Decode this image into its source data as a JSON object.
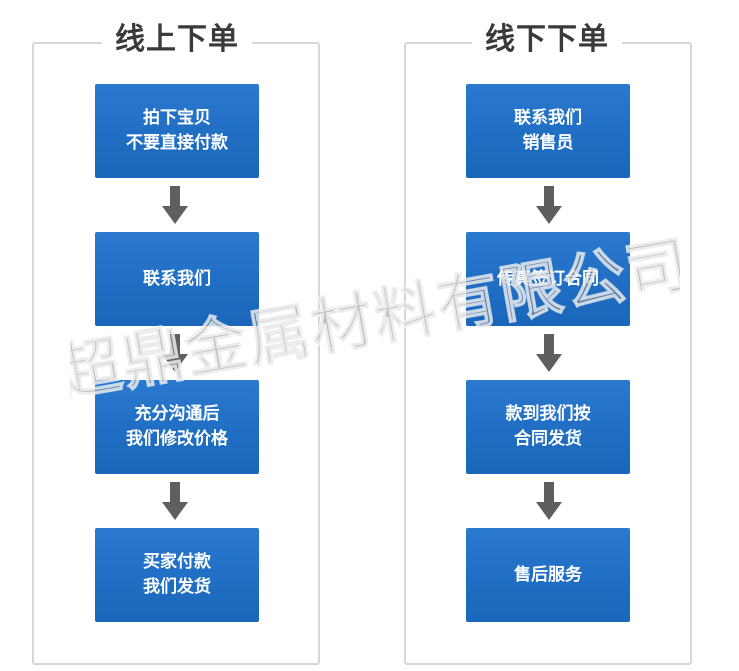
{
  "online": {
    "title": "线上下单",
    "steps": [
      {
        "line1": "拍下宝贝",
        "line2": "不要直接付款"
      },
      {
        "line1": "联系我们",
        "line2": ""
      },
      {
        "line1": "充分沟通后",
        "line2": "我们修改价格"
      },
      {
        "line1": "买家付款",
        "line2": "我们发货"
      }
    ]
  },
  "offline": {
    "title": "线下下单",
    "steps": [
      {
        "line1": "联系我们",
        "line2": "销售员"
      },
      {
        "line1": "传真签订合同",
        "line2": ""
      },
      {
        "line1": "款到我们按",
        "line2": "合同发货"
      },
      {
        "line1": "售后服务",
        "line2": ""
      }
    ]
  },
  "watermark": {
    "text": "超鼎金属材料有限公司"
  },
  "colors": {
    "box_blue": "#1f6fc5",
    "arrow_gray": "#5f5f5f",
    "border_gray": "#d6d6d6",
    "title_text": "#3a3a3a"
  }
}
